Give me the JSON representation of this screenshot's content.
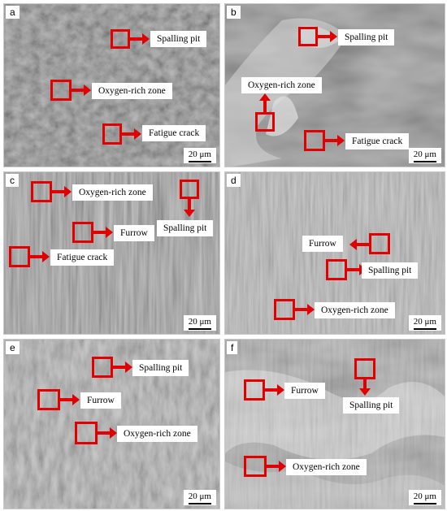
{
  "panels": {
    "a": {
      "label": "a",
      "scale": "20 μm",
      "annotations": [
        "Spalling pit",
        "Oxygen-rich zone",
        "Fatigue crack"
      ]
    },
    "b": {
      "label": "b",
      "scale": "20 μm",
      "annotations": [
        "Spalling pit",
        "Oxygen-rich zone",
        "Fatigue crack"
      ]
    },
    "c": {
      "label": "c",
      "scale": "20 μm",
      "annotations": [
        "Oxygen-rich zone",
        "Spalling pit",
        "Furrow",
        "Fatigue crack"
      ]
    },
    "d": {
      "label": "d",
      "scale": "20 μm",
      "annotations": [
        "Furrow",
        "Spalling pit",
        "Oxygen-rich zone"
      ]
    },
    "e": {
      "label": "e",
      "scale": "20 μm",
      "annotations": [
        "Spalling pit",
        "Furrow",
        "Oxygen-rich zone"
      ]
    },
    "f": {
      "label": "f",
      "scale": "20 μm",
      "annotations": [
        "Furrow",
        "Spalling pit",
        "Oxygen-rich zone"
      ]
    }
  },
  "colors": {
    "marker": "#e00000",
    "label_bg": "#ffffff"
  }
}
